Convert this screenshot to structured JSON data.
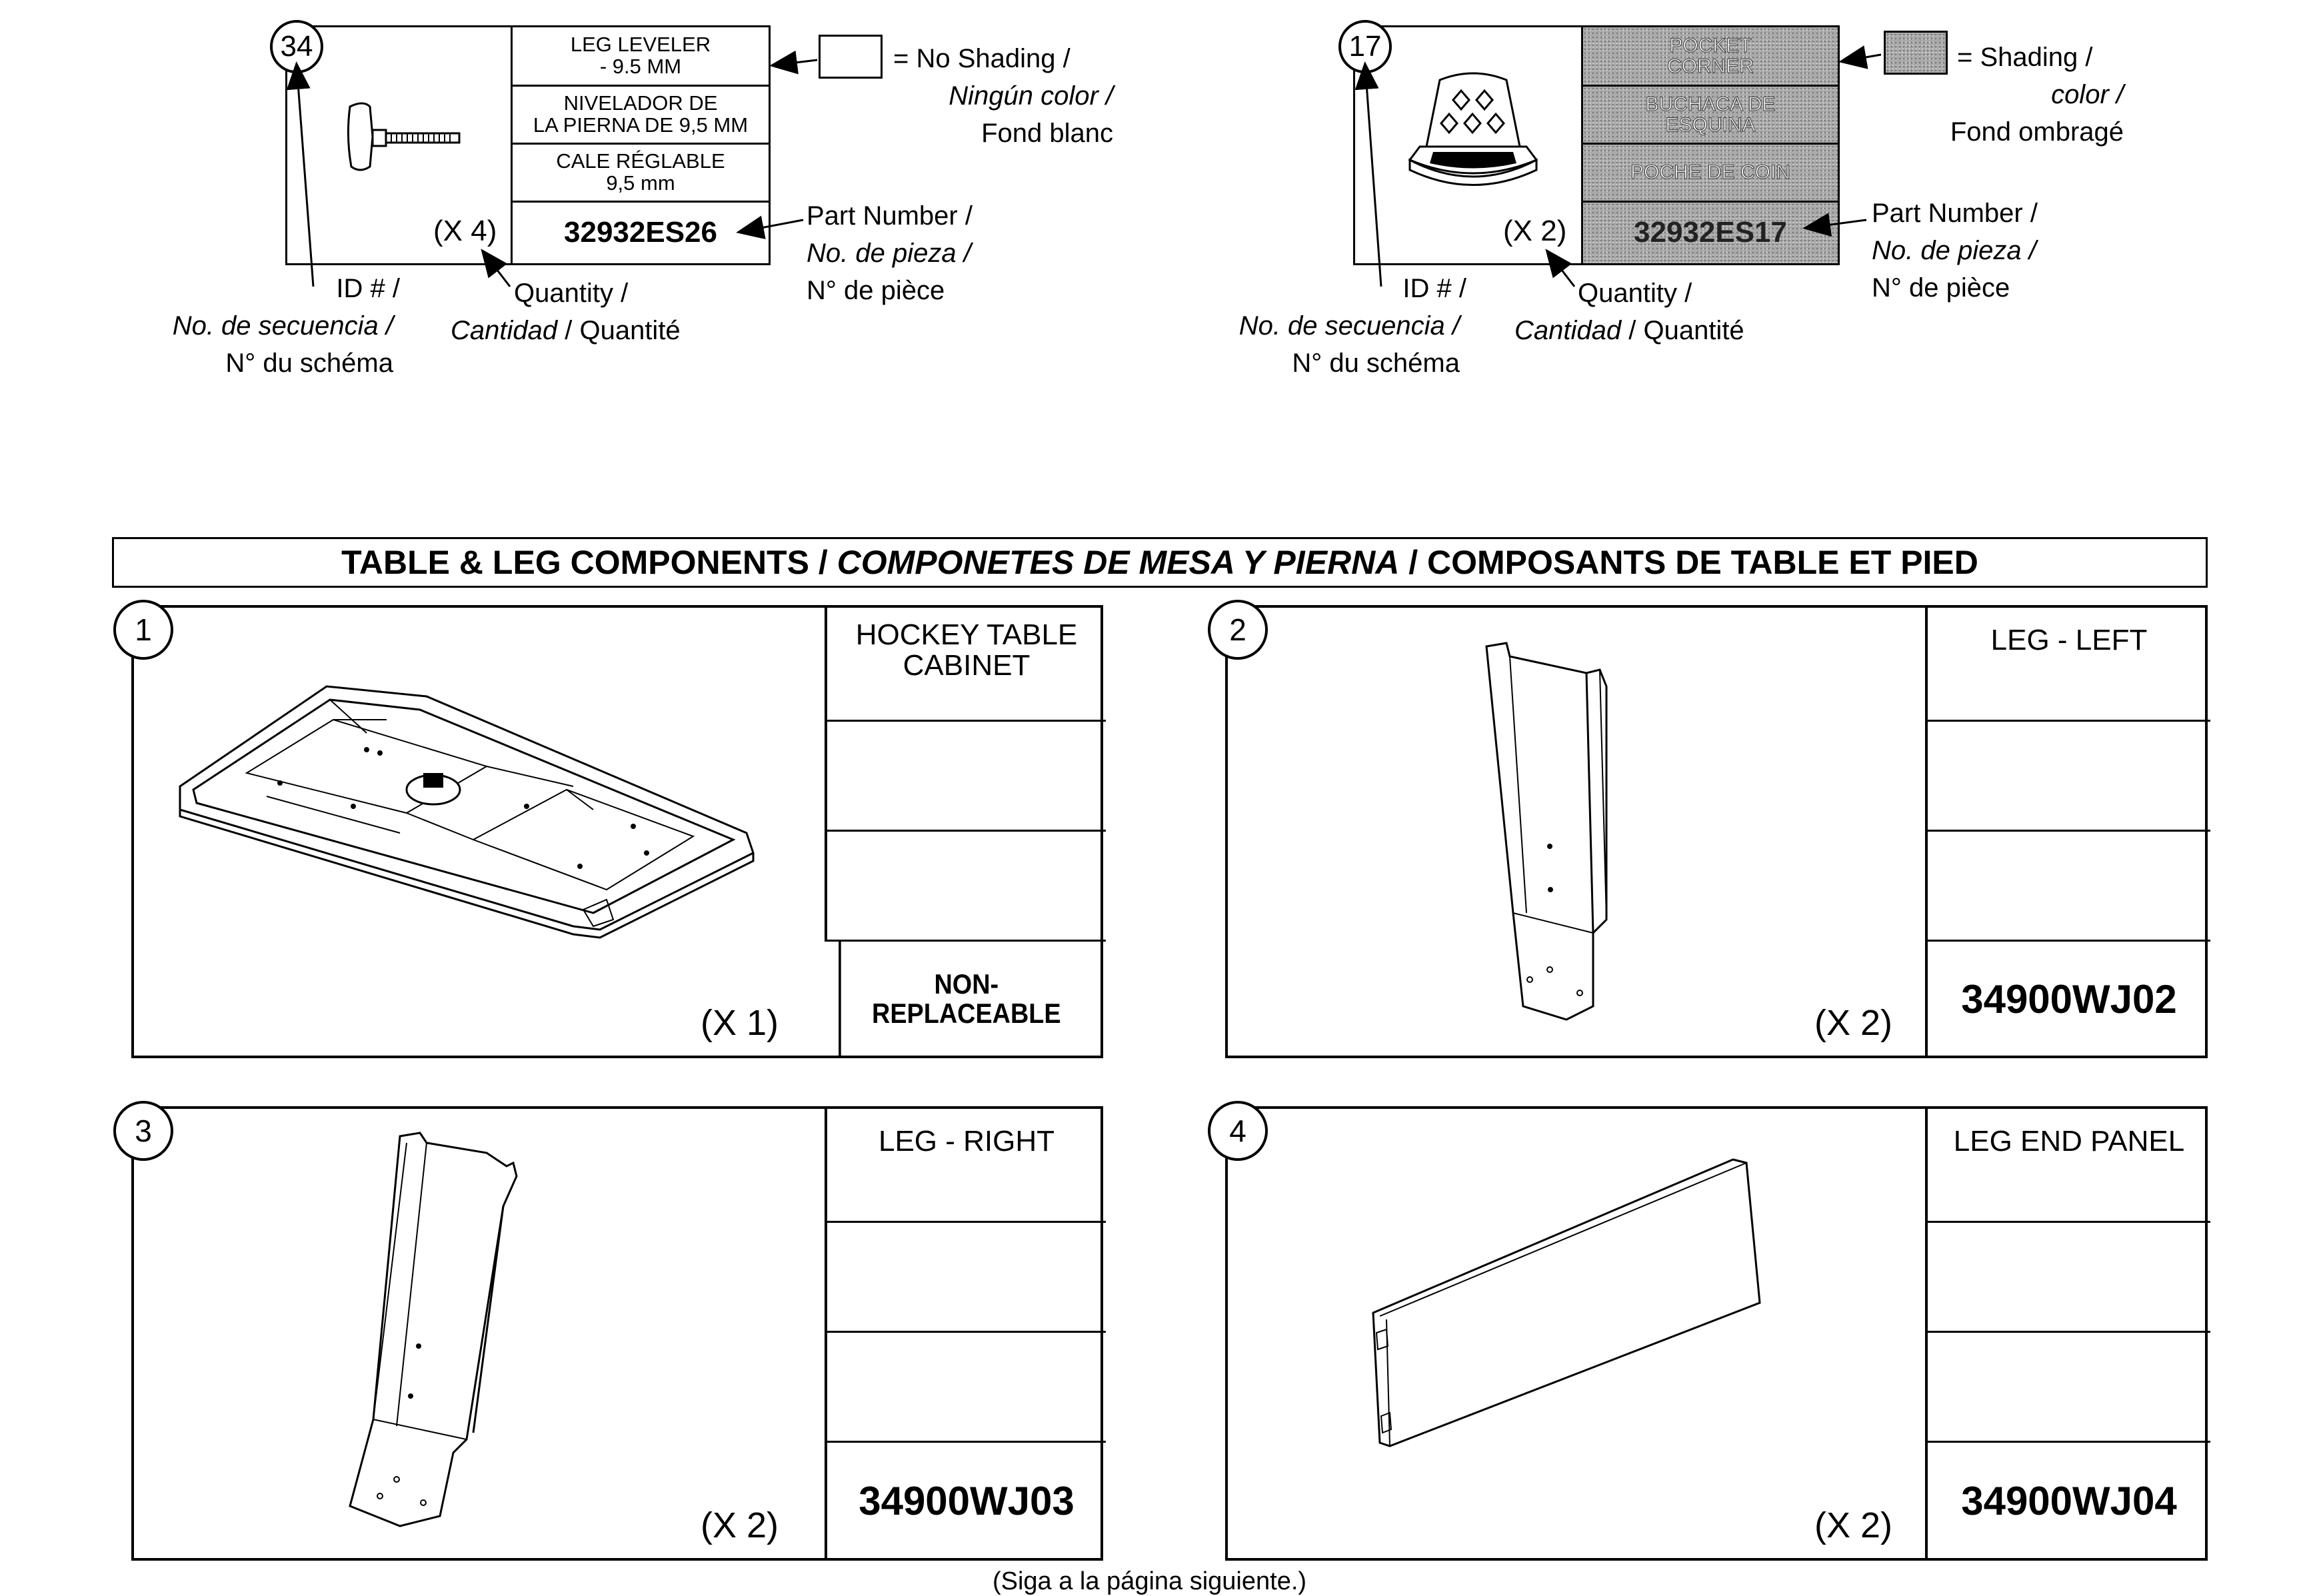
{
  "legend_plain": {
    "id": "34",
    "desc_en": "LEG LEVELER\n- 9.5 MM",
    "desc_es": "NIVELADOR DE\nLA PIERNA DE 9,5 MM",
    "desc_fr": "CALE RÉGLABLE\n9,5 mm",
    "quantity": "(X 4)",
    "part_number": "32932ES26",
    "shading_label": [
      "= No Shading /",
      "Ningún color /",
      "Fond blanc"
    ],
    "part_number_label": [
      "Part Number /",
      "No. de pieza /",
      "N° de pièce"
    ],
    "id_label": [
      "ID # /",
      "No. de secuencia /",
      "N° du schéma"
    ],
    "quantity_label": [
      "Quantity /",
      "Cantidad",
      " / Quantité"
    ]
  },
  "legend_shaded": {
    "id": "17",
    "desc_en": "POCKET\nCORNER",
    "desc_es": "BUCHACA DE\nESQUINA",
    "desc_fr": "POCHE DE COIN",
    "quantity": "(X 2)",
    "part_number": "32932ES17",
    "shading_label": [
      "= Shading /",
      "color /",
      "Fond ombragé"
    ],
    "part_number_label": [
      "Part Number /",
      "No. de pieza /",
      "N° de pièce"
    ],
    "id_label": [
      "ID # /",
      "No. de secuencia /",
      "N° du schéma"
    ],
    "quantity_label": [
      "Quantity /",
      "Cantidad",
      " / Quantité"
    ]
  },
  "section_title": {
    "en": "TABLE & LEG COMPONENTS / ",
    "es": "COMPONETES DE MESA Y PIERNA",
    "fr": " / COMPOSANTS DE TABLE ET PIED"
  },
  "parts": [
    {
      "id": "1",
      "name": "HOCKEY TABLE\nCABINET",
      "quantity": "(X 1)",
      "part_number": "NON-REPLACEABLE",
      "drawing": "table-cabinet-drawing"
    },
    {
      "id": "2",
      "name": "LEG - LEFT",
      "quantity": "(X 2)",
      "part_number": "34900WJ02",
      "drawing": "leg-left-drawing"
    },
    {
      "id": "3",
      "name": "LEG - RIGHT",
      "quantity": "(X 2)",
      "part_number": "34900WJ03",
      "drawing": "leg-right-drawing"
    },
    {
      "id": "4",
      "name": "LEG END PANEL",
      "quantity": "(X 2)",
      "part_number": "34900WJ04",
      "drawing": "leg-end-panel-drawing"
    }
  ],
  "footer": "(Siga a la página siguiente.)"
}
